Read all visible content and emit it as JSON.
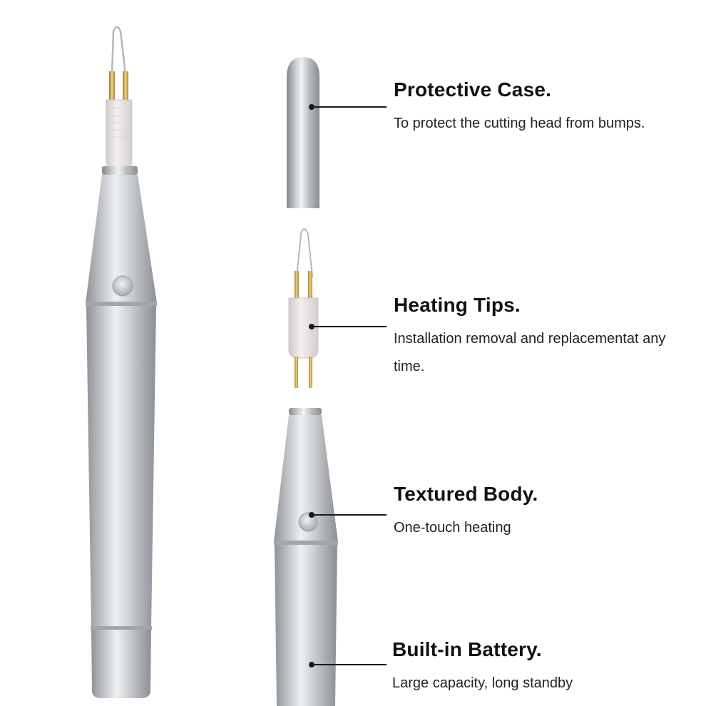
{
  "features": [
    {
      "title": "Protective Case.",
      "description": "To protect the cutting head from bumps."
    },
    {
      "title": "Heating Tips.",
      "description": "Installation removal and replacementat any time."
    },
    {
      "title": "Textured Body.",
      "description": "One-touch heating"
    },
    {
      "title": "Built-in Battery.",
      "description": "Large capacity, long standby"
    }
  ],
  "colors": {
    "background": "#ffffff",
    "metal_dark": "#9a9da1",
    "metal_light": "#eef0f2",
    "tip_sleeve": "#ebe6e9",
    "gold": "#c9a24a",
    "text": "#111111"
  }
}
